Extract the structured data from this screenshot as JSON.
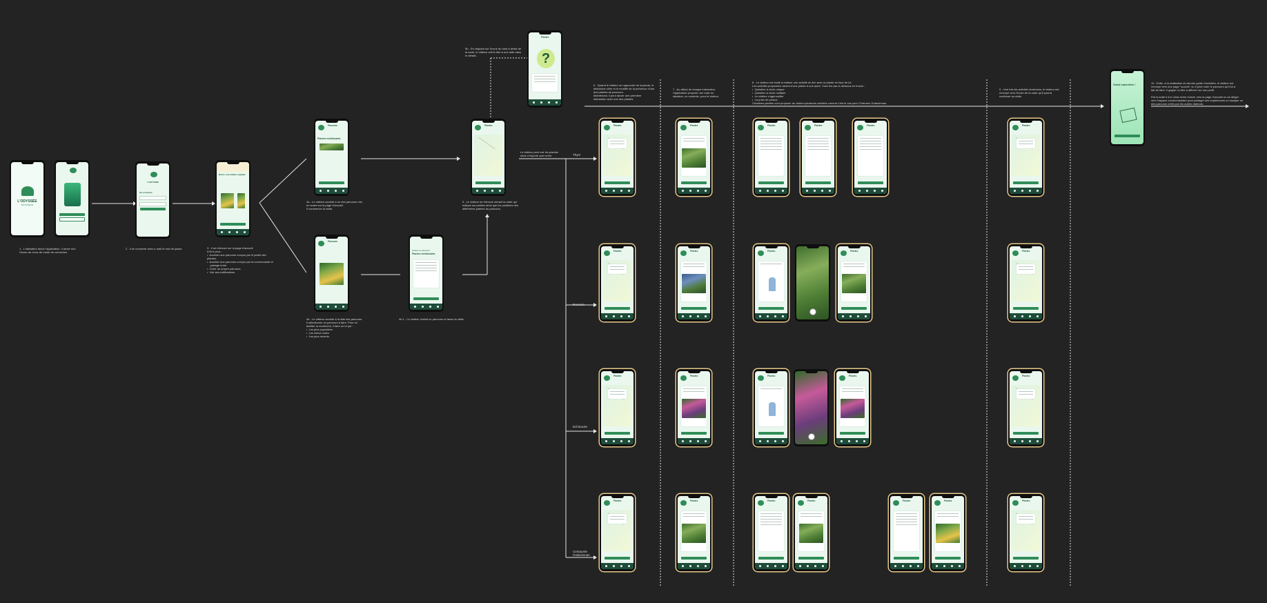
{
  "app": {
    "name_line1": "L'ODYSSÉE",
    "name_line2": "BOTANIQUE",
    "parcours_header": "Parcours",
    "parcours_title": "Plantes médicinales",
    "choose_text": "Choisir ce parcours",
    "map_title_1": "Plantes",
    "map_title_2": "médicinales",
    "login_title": "Se connecter",
    "welcome_title": "Bravo, une balade végétale",
    "quiz_title": "Question",
    "final_title": "Grand explorateur !",
    "activity_title": "Bravo !",
    "found_title": "Echinacée",
    "cta": "Valider"
  },
  "captions": {
    "c1": "1 - L'utilisateur lance l'application. Il arrive non\nl'écran de choix de mode de connexion.",
    "c2": "2 - Il se connecte avec e-mail et mot de passe",
    "c3": "3 - Il se retrouve sur la page d'accueil.\nD'ici il peut :\n•  Accéder aux parcours conçus par le jardin des plantes.\n•  Accéder aux parcours conçus par la communauté et\n    partagé entre.\n•  Créer un propre parcours.\n•  Voir ses notifications.",
    "c4a": "4a - Le visiteur accède à un des parcours mis\nen avant sur la page d'accueil.\nIl commence la visite.",
    "c4b": "4b - Le visiteur accède à la liste des parcours.\nIl sélectionne un parcours à faire. Pour lui\nfaciliter la recherche, il faire un tri par :\n•  Les plus populaires\n•  Les mieux notés\n•  Les plus récents",
    "c4b2": "4b.1 - Le visiteur choisit un parcours et lance la visite",
    "c5": "5 - Le visiteur se retrouve devant la carte qui\nindique sa position ainsi que les positions des\ndifférentes plantes du parcours.",
    "c5b": "5b - En cliquant sur l'icone au haut à droite de\nla carte, le visiteur voit le titre à une aide dans\nle détails.",
    "c5c": "Le visiteur peut voir les plantes\ndans n'importe quel ordre.",
    "c6": "6 - Quand le visiteur se rapproche de la plante, le\ntéléphone vibre et le modifie de la présence d'une\ndes plantes du parcours.\nMaintenant, il peut lancer une première\ninteraction avec une des plantes.",
    "c7": "7 - Au début de chaque interaction,\nl'application propose une mise en\nsituation, un contexte, pour le visiteur.",
    "c8": "8 - Le visiteur est invité à réaliser une activité en lien avec la plante en face de lui.\nLes activités proposées varient d'une plante à une autre. Voici les cas ci-dessous en trouve :\n•  Question à choix unique\n•  Question à choix multiple\n•  Le visiteur s'agenouiller\n•  La prise de photos\nCertaines plantes vont proposer au visiteur plusieurs activités comme c'est le cas pour l'Ortmann Graboimnan.",
    "c9": "9 - Une fois les activités terminées, le visiteur est\nrenvoyé vers l'écran de la carte qu'il pourra\ncontinuer sa visite.",
    "c10": "10 - Enfin, à la réalisation du dernier guide d'activités, le visiteur est\nrenvoyé vers une page \"succès\" où il peut noter le parcours qu'il lui a\nfait de faire. Il gagne un titre à afficher sur son profil.\n\nPar la suite il a le choix entre revenir vers la page d'accueil ou se diriger\nvers l'espace communautaire pour partager ses expériences ou essayer un\ndes parcours créés par les autres visiteurs."
  },
  "lanes": [
    "Thym",
    "Romarin",
    "Echinacée",
    "Centaurée\nGraboimnan"
  ],
  "colors": {
    "background": "#232323",
    "accent": "#2f8d58",
    "screen": "#eaf7ee",
    "nav": "#1d4d3a",
    "frame_gold": "#e8c98a"
  }
}
